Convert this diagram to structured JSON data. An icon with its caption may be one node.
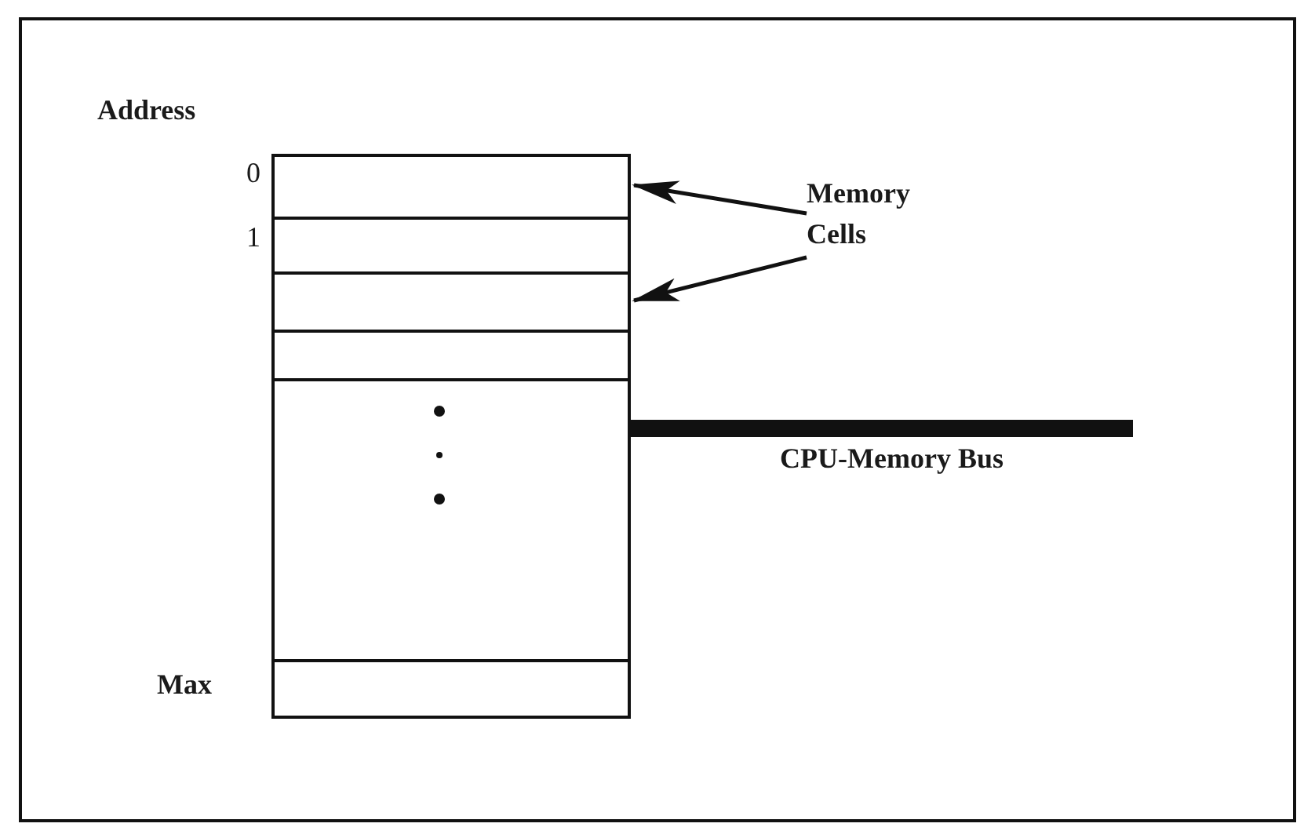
{
  "diagram": {
    "nodes": [
      {
        "text": [],
        "shape": "box"
      },
      {
        "text": [],
        "shape": "box",
        "in": 0
      },
      {
        "text": [],
        "shape": "box",
        "in": 0
      },
      {
        "text": [],
        "shape": "box",
        "in": 0
      },
      {
        "text": [],
        "shape": "box",
        "in": 0
      },
      {
        "text": [],
        "shape": "box",
        "in": 0
      },
      {
        "text": [],
        "shape": "box",
        "in": 0
      },
      {
        "text": [
          "Memory Cells"
        ]
      }
    ],
    "edges": [
      {
        "from": 7,
        "to": 1,
        "arrow": "to"
      },
      {
        "from": 7,
        "to": 3,
        "arrow": "to"
      },
      {
        "from": 0,
        "to": null,
        "arrow": "none",
        "style": "thick"
      }
    ],
    "labels": [
      "Address",
      "0",
      "1",
      "Max",
      "CPU-Memory Bus"
    ]
  }
}
